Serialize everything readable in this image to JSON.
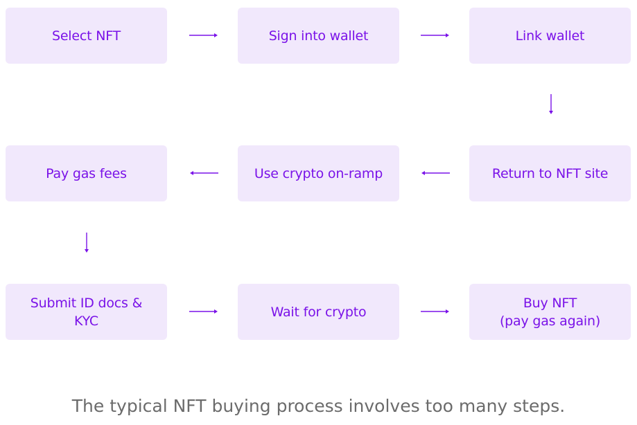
{
  "flowchart": {
    "steps": [
      {
        "label": "Select NFT"
      },
      {
        "label": "Sign into wallet"
      },
      {
        "label": "Link wallet"
      },
      {
        "label": "Return to NFT site"
      },
      {
        "label": "Use crypto on-ramp"
      },
      {
        "label": "Pay gas fees"
      },
      {
        "label": "Submit ID docs &\nKYC"
      },
      {
        "label": "Wait for crypto"
      },
      {
        "label": "Buy NFT\n(pay gas again)"
      }
    ],
    "arrow_color": "#7a12e8",
    "box_color": "#f1e8fc",
    "text_color": "#7a12e8"
  },
  "caption": "The typical NFT buying process involves too many steps."
}
